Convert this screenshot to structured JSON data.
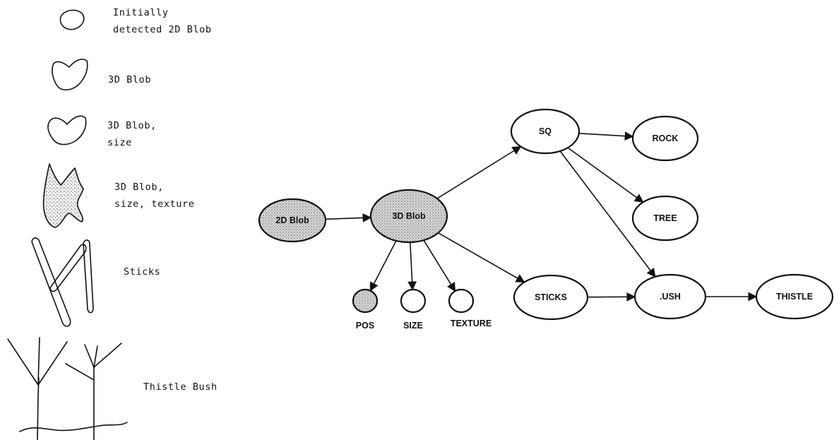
{
  "legend": {
    "items": [
      {
        "label_lines": [
          "Initially",
          "detected 2D Blob"
        ],
        "icon": "ellipse-blob-icon"
      },
      {
        "label_lines": [
          "3D Blob"
        ],
        "icon": "heart-blob-icon"
      },
      {
        "label_lines": [
          "3D Blob,",
          "size"
        ],
        "icon": "heart-blob-size-icon"
      },
      {
        "label_lines": [
          "3D Blob,",
          "size, texture"
        ],
        "icon": "textured-blob-icon"
      },
      {
        "label_lines": [
          "Sticks"
        ],
        "icon": "sticks-icon"
      },
      {
        "label_lines": [
          "Thistle Bush"
        ],
        "icon": "thistle-bush-icon"
      }
    ]
  },
  "graph": {
    "nodes": {
      "blob2d": {
        "label": "2D Blob",
        "shaded": true
      },
      "blob3d": {
        "label": "3D Blob",
        "shaded": true
      },
      "sq": {
        "label": "SQ"
      },
      "rock": {
        "label": "ROCK"
      },
      "tree": {
        "label": "TREE"
      },
      "sticks": {
        "label": "STICKS"
      },
      "bush": {
        "label": ".USH"
      },
      "thistle": {
        "label": "THISTLE"
      },
      "pos": {
        "label": "POS",
        "shaded": true
      },
      "size": {
        "label": "SIZE"
      },
      "texture": {
        "label": "TEXTURE"
      }
    },
    "edges": [
      [
        "blob2d",
        "blob3d"
      ],
      [
        "blob3d",
        "sq"
      ],
      [
        "blob3d",
        "sticks"
      ],
      [
        "blob3d",
        "pos"
      ],
      [
        "blob3d",
        "size"
      ],
      [
        "blob3d",
        "texture"
      ],
      [
        "sq",
        "rock"
      ],
      [
        "sq",
        "tree"
      ],
      [
        "sq",
        "bush"
      ],
      [
        "sticks",
        "bush"
      ],
      [
        "bush",
        "thistle"
      ]
    ]
  }
}
